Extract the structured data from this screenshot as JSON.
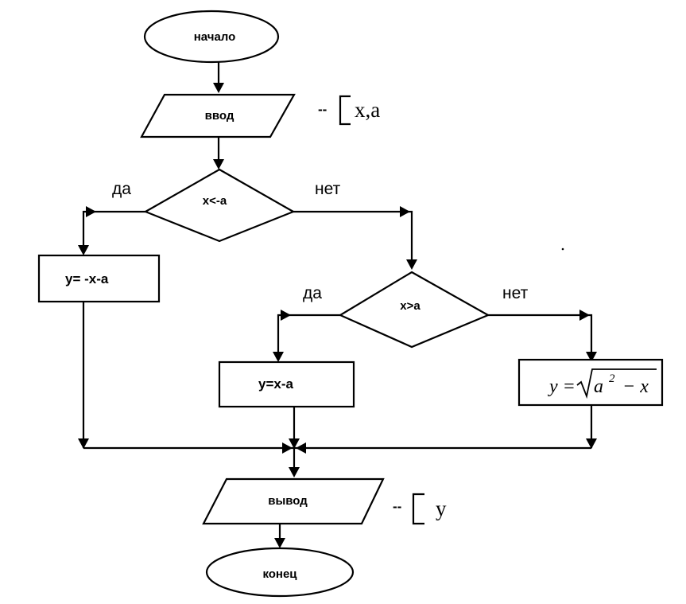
{
  "flowchart": {
    "start_label": "начало",
    "input_label": "ввод",
    "input_note": "х,а",
    "note_dash": "--",
    "decision1_label": "x<-a",
    "decision1_yes": "да",
    "decision1_no": "нет",
    "process1_label": "y= -x-a",
    "decision2_label": "x>a",
    "decision2_yes": "да",
    "decision2_no": "нет",
    "process2_label": "y=x-a",
    "process3_lhs": "y =",
    "process3_radicand_base": "a",
    "process3_exponent": "2",
    "process3_radicand_rest": "− x",
    "output_label": "вывод",
    "output_note": "y",
    "end_label": "конец"
  }
}
